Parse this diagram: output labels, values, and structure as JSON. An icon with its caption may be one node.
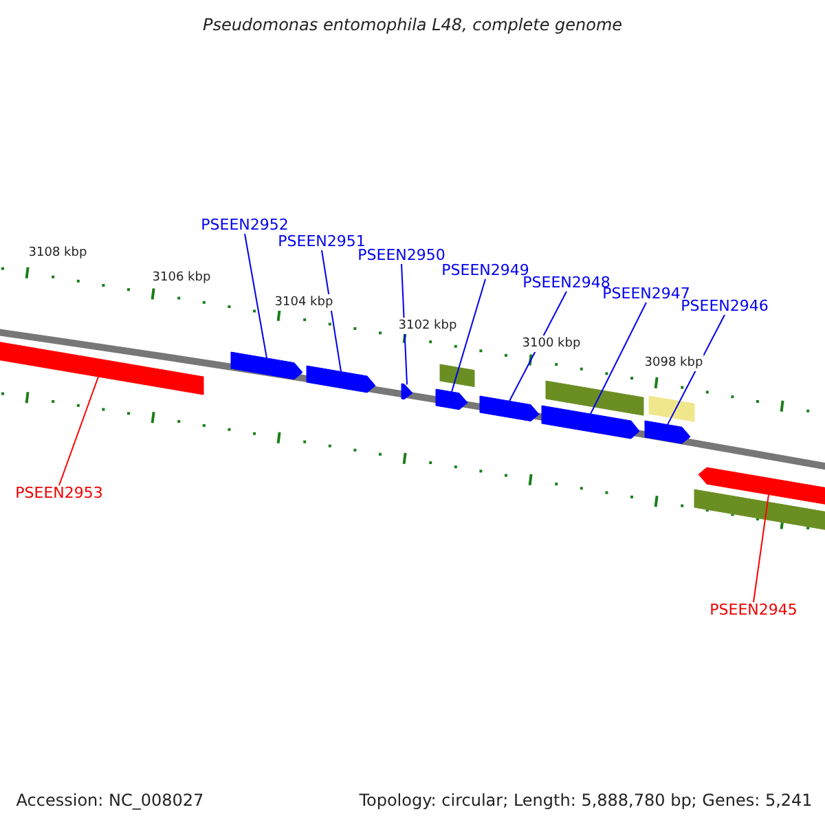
{
  "diagram": {
    "title": "Pseudomonas entomophila L48, complete genome",
    "nodes": [
      {
        "text": [
          "PSEEN2952"
        ]
      },
      {
        "text": [
          "PSEEN2951"
        ]
      },
      {
        "text": [
          "PSEEN2950"
        ]
      },
      {
        "text": [
          "PSEEN2949"
        ]
      },
      {
        "text": [
          "PSEEN2948"
        ]
      },
      {
        "text": [
          "PSEEN2947"
        ]
      },
      {
        "text": [
          "PSEEN2946"
        ]
      },
      {
        "text": [
          "PSEEN2953"
        ]
      },
      {
        "text": [
          "PSEEN2945"
        ]
      },
      {
        "text": [],
        "shape": "bar"
      },
      {
        "text": [],
        "shape": "bar"
      },
      {
        "text": [],
        "shape": "bar"
      },
      {
        "text": [],
        "shape": "bar"
      },
      {
        "text": [],
        "shape": "bar"
      },
      {
        "text": [],
        "shape": "bar"
      },
      {
        "text": [],
        "shape": "bar"
      },
      {
        "text": [],
        "shape": "bar"
      },
      {
        "text": [],
        "shape": "bar"
      },
      {
        "text": [],
        "shape": "bar"
      },
      {
        "text": [],
        "shape": "bar"
      },
      {
        "text": [],
        "shape": "bar"
      },
      {
        "text": [],
        "shape": "bar"
      }
    ],
    "edges": [
      {
        "from": 0,
        "to": 10,
        "arrow": "none"
      },
      {
        "from": 1,
        "to": 11,
        "arrow": "none"
      },
      {
        "from": 2,
        "to": 12,
        "arrow": "none"
      },
      {
        "from": 3,
        "to": 14,
        "arrow": "none"
      },
      {
        "from": 4,
        "to": 15,
        "arrow": "none"
      },
      {
        "from": 5,
        "to": 17,
        "arrow": "none"
      },
      {
        "from": 6,
        "to": 19,
        "arrow": "none"
      },
      {
        "from": 7,
        "to": 9,
        "arrow": "none",
        "color": "#ff0000"
      },
      {
        "from": 8,
        "to": 20,
        "arrow": "none",
        "color": "#ff0000"
      }
    ],
    "labels": [
      "3108 kbp",
      "3106 kbp",
      "3104 kbp",
      "3102 kbp",
      "3100 kbp",
      "3098 kbp",
      "Accession: NC_008027",
      "Topology: circular; Length: 5,888,780 bp; Genes: 5,241"
    ]
  }
}
